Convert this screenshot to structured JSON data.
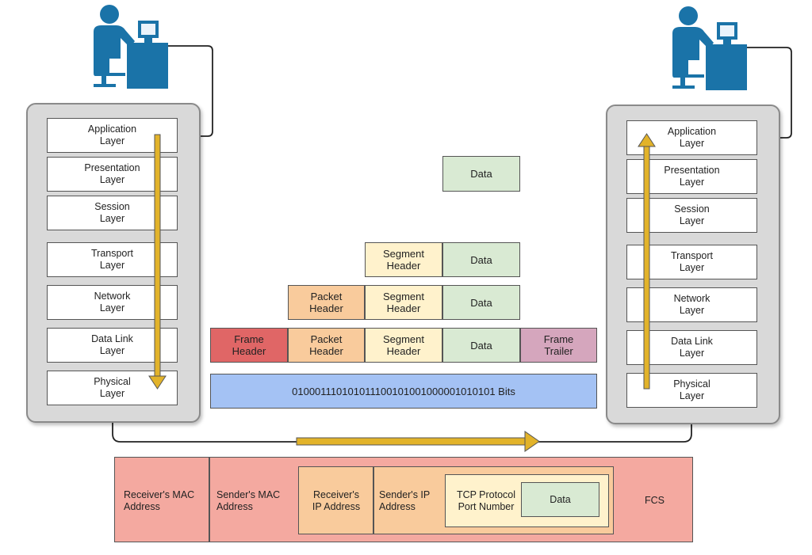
{
  "colors": {
    "icon": "#1a73a8",
    "data": "#d9ead3",
    "segment": "#fff2cc",
    "packet": "#f9cb9c",
    "frame_header": "#e06666",
    "frame_trailer": "#d5a6bd",
    "bits": "#a4c2f4",
    "arrow": "#e2b32a",
    "bottom": "#f4a9a0"
  },
  "sender": {
    "icon": "user-computer-icon",
    "layers": [
      "Application\nLayer",
      "Presentation\nLayer",
      "Session\nLayer",
      "Transport\nLayer",
      "Network\nLayer",
      "Data Link\nLayer",
      "Physical\nLayer"
    ]
  },
  "receiver": {
    "icon": "user-computer-icon",
    "layers": [
      "Application\nLayer",
      "Presentation\nLayer",
      "Session\nLayer",
      "Transport\nLayer",
      "Network\nLayer",
      "Data Link\nLayer",
      "Physical\nLayer"
    ]
  },
  "encapsulation": {
    "data": "Data",
    "segment_header": "Segment\nHeader",
    "packet_header": "Packet\nHeader",
    "frame_header": "Frame\nHeader",
    "frame_trailer": "Frame\nTrailer",
    "bits": "010001110101011100101001000001010101 Bits"
  },
  "frame_detail": {
    "receiver_mac": "Receiver's MAC\nAddress",
    "sender_mac": "Sender's MAC\nAddress",
    "receiver_ip": "Receiver's\nIP Address",
    "sender_ip": "Sender's IP\nAddress",
    "tcp_port": "TCP Protocol\nPort Number",
    "data": "Data",
    "fcs": "FCS"
  }
}
